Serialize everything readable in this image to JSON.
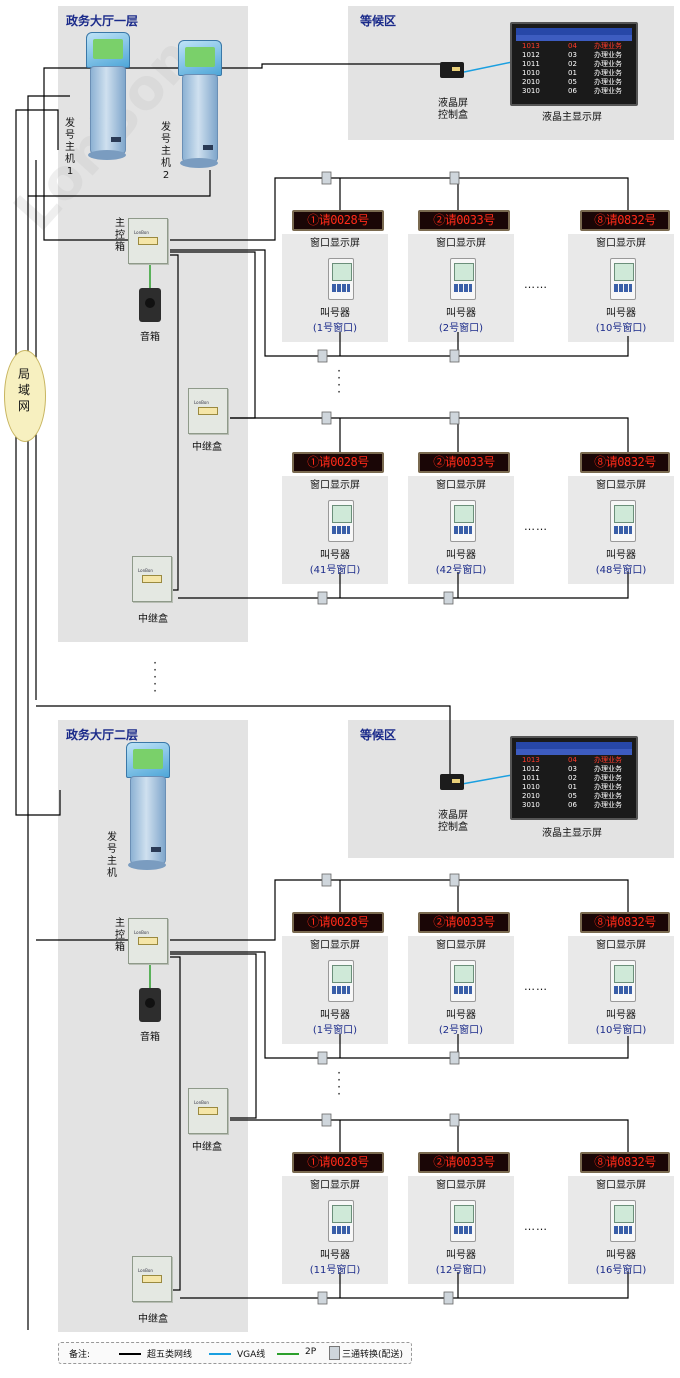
{
  "floor1": {
    "hall_title": "政务大厅一层",
    "waiting_title": "等候区",
    "kiosk1_label": "发号主机1",
    "kiosk2_label": "发号主机2",
    "main_box_label": "主控箱",
    "speaker_label": "音箱",
    "relay1_label": "中继盒",
    "relay2_label": "中继盒",
    "lcd_ctrl_label_1": "液晶屏",
    "lcd_ctrl_label_2": "控制盒",
    "lcd_main_label": "液晶主显示屏",
    "groupA": [
      {
        "led": "①请0028号",
        "screen_label": "窗口显示屏",
        "pager_label": "叫号器",
        "window": "(1号窗口)"
      },
      {
        "led": "②请0033号",
        "screen_label": "窗口显示屏",
        "pager_label": "叫号器",
        "window": "(2号窗口)"
      },
      {
        "led": "⑧请0832号",
        "screen_label": "窗口显示屏",
        "pager_label": "叫号器",
        "window": "(10号窗口)"
      }
    ],
    "groupB": [
      {
        "led": "①请0028号",
        "screen_label": "窗口显示屏",
        "pager_label": "叫号器",
        "window": "(41号窗口)"
      },
      {
        "led": "②请0033号",
        "screen_label": "窗口显示屏",
        "pager_label": "叫号器",
        "window": "(42号窗口)"
      },
      {
        "led": "⑧请0832号",
        "screen_label": "窗口显示屏",
        "pager_label": "叫号器",
        "window": "(48号窗口)"
      }
    ]
  },
  "floor2": {
    "hall_title": "政务大厅二层",
    "waiting_title": "等候区",
    "kiosk_label": "发号主机",
    "main_box_label": "主控箱",
    "speaker_label": "音箱",
    "relay1_label": "中继盒",
    "relay2_label": "中继盒",
    "lcd_ctrl_label_1": "液晶屏",
    "lcd_ctrl_label_2": "控制盒",
    "lcd_main_label": "液晶主显示屏",
    "groupA": [
      {
        "led": "①请0028号",
        "screen_label": "窗口显示屏",
        "pager_label": "叫号器",
        "window": "(1号窗口)"
      },
      {
        "led": "②请0033号",
        "screen_label": "窗口显示屏",
        "pager_label": "叫号器",
        "window": "(2号窗口)"
      },
      {
        "led": "⑧请0832号",
        "screen_label": "窗口显示屏",
        "pager_label": "叫号器",
        "window": "(10号窗口)"
      }
    ],
    "groupB": [
      {
        "led": "①请0028号",
        "screen_label": "窗口显示屏",
        "pager_label": "叫号器",
        "window": "(11号窗口)"
      },
      {
        "led": "②请0033号",
        "screen_label": "窗口显示屏",
        "pager_label": "叫号器",
        "window": "(12号窗口)"
      },
      {
        "led": "⑧请0832号",
        "screen_label": "窗口显示屏",
        "pager_label": "叫号器",
        "window": "(16号窗口)"
      }
    ]
  },
  "lcd_table": {
    "rows": [
      {
        "num": "1013",
        "win": "04",
        "status": "办理业务"
      },
      {
        "num": "1012",
        "win": "03",
        "status": "办理业务"
      },
      {
        "num": "1011",
        "win": "02",
        "status": "办理业务"
      },
      {
        "num": "1010",
        "win": "01",
        "status": "办理业务"
      },
      {
        "num": "2010",
        "win": "05",
        "status": "办理业务"
      },
      {
        "num": "3010",
        "win": "06",
        "status": "办理业务"
      }
    ]
  },
  "lan_label": "局域网",
  "ellipsis": "……",
  "watermark": "LonBon",
  "legend": {
    "prefix": "备注:",
    "cat5": "超五类网线",
    "vga": "VGA线",
    "twop": "2P",
    "tee": "三通转换(配送)"
  },
  "colors": {
    "cat5": "#000000",
    "vga": "#1a9fe0",
    "twop": "#2da02d",
    "led_text": "#ff2a18",
    "title": "#1a2a8a"
  }
}
